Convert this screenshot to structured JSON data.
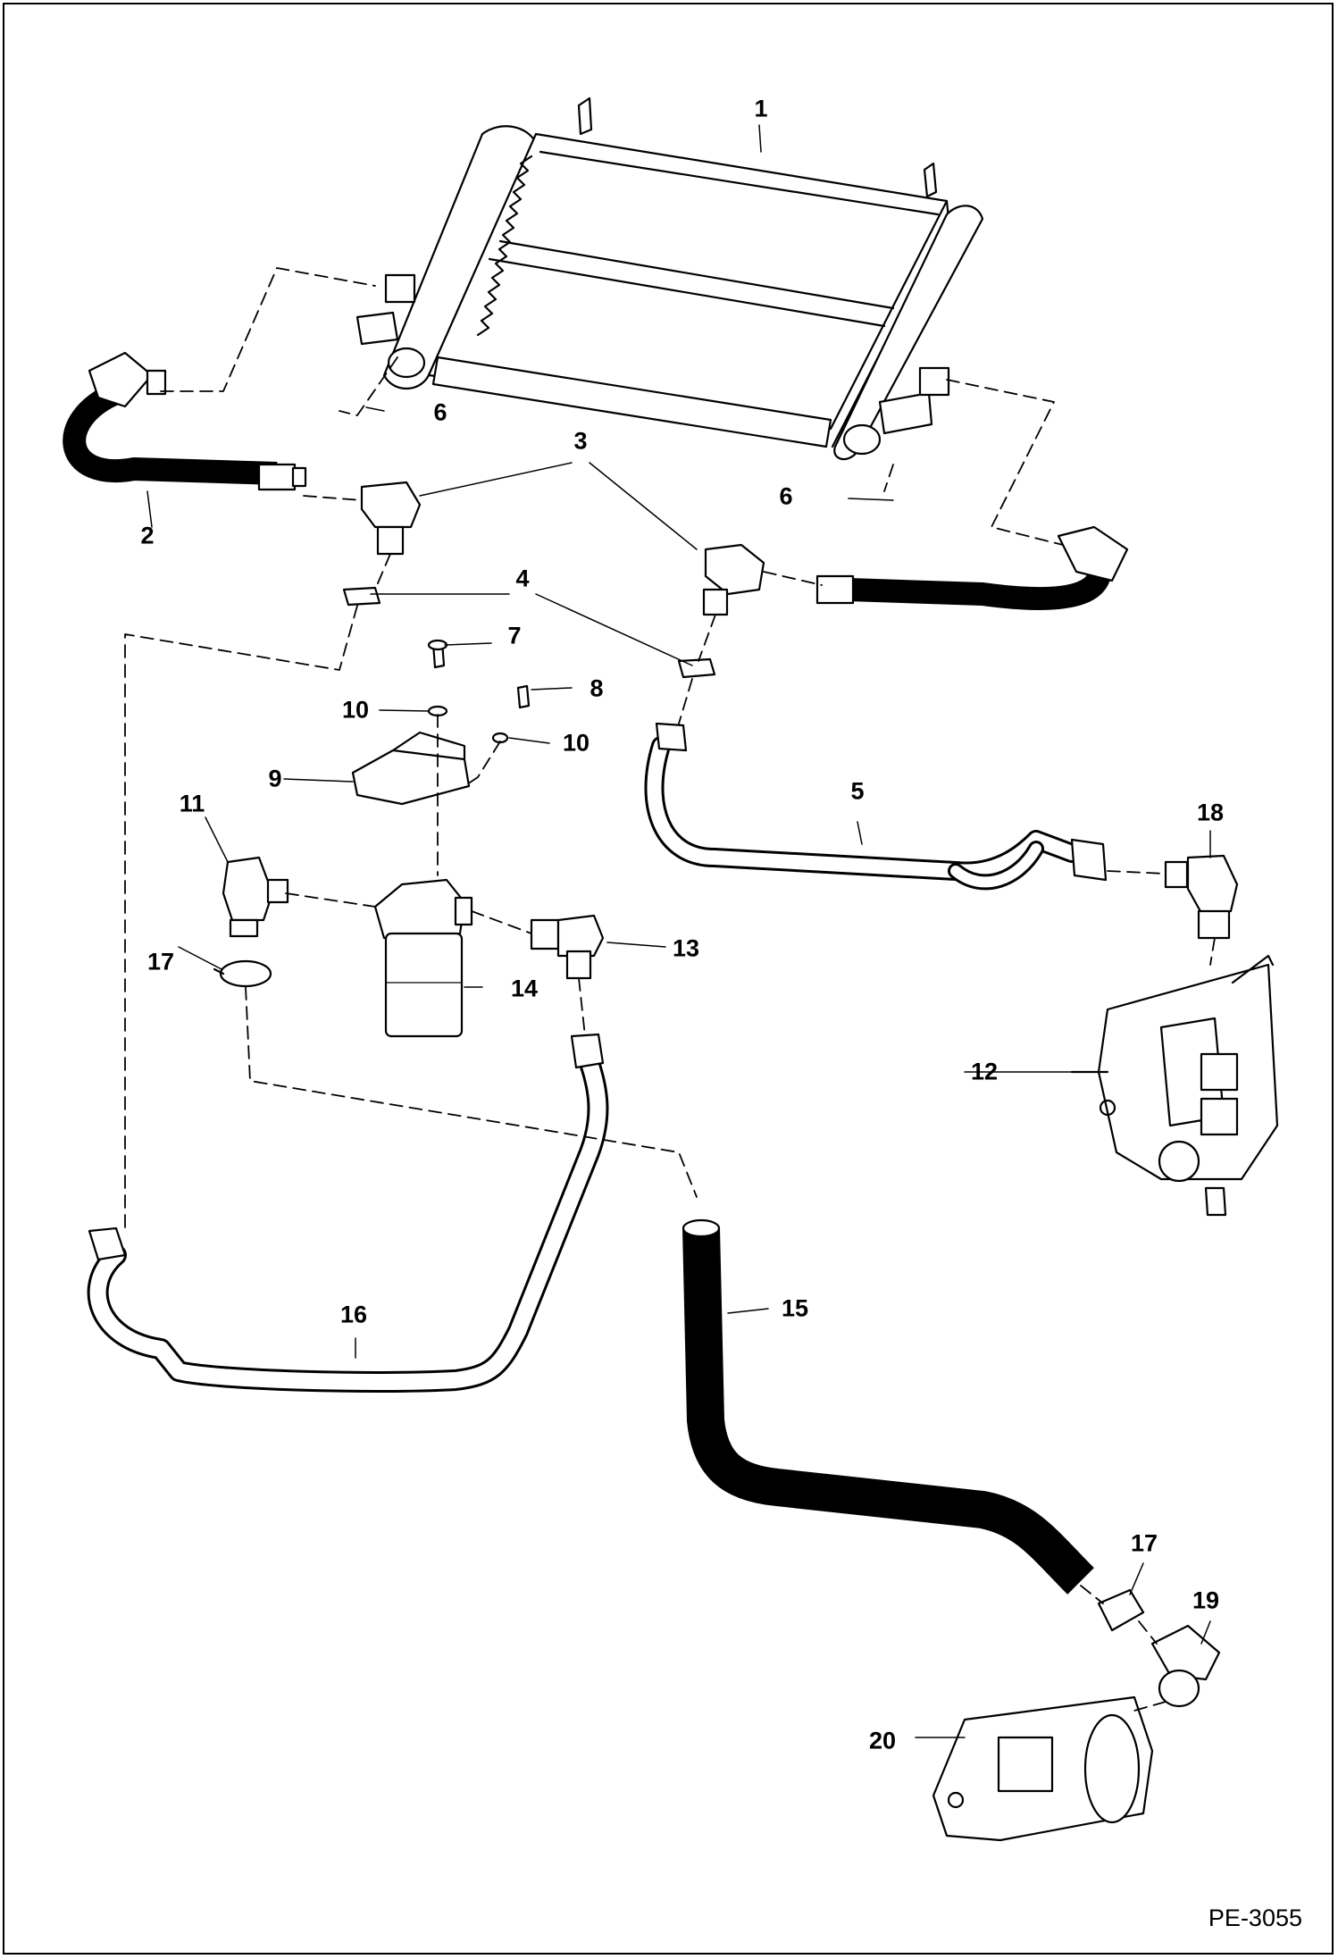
{
  "diagram": {
    "doc_id": "PE-3055",
    "callouts": [
      {
        "id": "c1",
        "text": "1"
      },
      {
        "id": "c2",
        "text": "2"
      },
      {
        "id": "c3",
        "text": "3"
      },
      {
        "id": "c4",
        "text": "4"
      },
      {
        "id": "c5",
        "text": "5"
      },
      {
        "id": "c6a",
        "text": "6"
      },
      {
        "id": "c6b",
        "text": "6"
      },
      {
        "id": "c7",
        "text": "7"
      },
      {
        "id": "c8",
        "text": "8"
      },
      {
        "id": "c9",
        "text": "9"
      },
      {
        "id": "c10a",
        "text": "10"
      },
      {
        "id": "c10b",
        "text": "10"
      },
      {
        "id": "c11",
        "text": "11"
      },
      {
        "id": "c12",
        "text": "12"
      },
      {
        "id": "c13",
        "text": "13"
      },
      {
        "id": "c14",
        "text": "14"
      },
      {
        "id": "c15",
        "text": "15"
      },
      {
        "id": "c16",
        "text": "16"
      },
      {
        "id": "c17a",
        "text": "17"
      },
      {
        "id": "c17b",
        "text": "17"
      },
      {
        "id": "c18",
        "text": "18"
      },
      {
        "id": "c19",
        "text": "19"
      },
      {
        "id": "c20",
        "text": "20"
      }
    ]
  }
}
